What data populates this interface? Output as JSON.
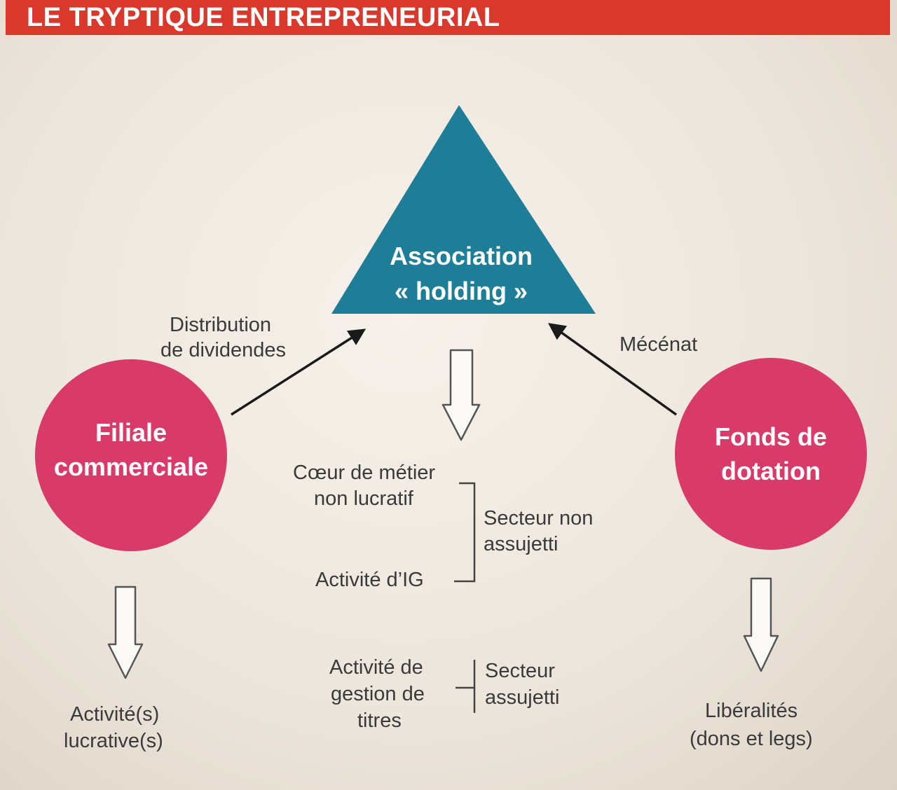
{
  "title": "LE TRYPTIQUE ENTREPRENEURIAL",
  "nodes": {
    "holding": {
      "line1": "Association",
      "line2": "« holding »",
      "color": "#1e7e98"
    },
    "filiale": {
      "line1": "Filiale",
      "line2": "commerciale",
      "color": "#d83a6a"
    },
    "fonds": {
      "line1": "Fonds de",
      "line2": "dotation",
      "color": "#d83a6a"
    }
  },
  "edges": {
    "dividendes": {
      "line1": "Distribution",
      "line2": "de dividendes"
    },
    "mecenat": {
      "label": "Mécénat"
    }
  },
  "center": {
    "coeur_line1": "Cœur de métier",
    "coeur_line2": "non lucratif",
    "activite_ig": "Activité d’IG",
    "secteur_non_line1": "Secteur non",
    "secteur_non_line2": "assujetti",
    "gestion_line1": "Activité de",
    "gestion_line2": "gestion de",
    "gestion_line3": "titres",
    "secteur_line1": "Secteur",
    "secteur_line2": "assujetti"
  },
  "left_bottom": {
    "line1": "Activité(s)",
    "line2": "lucrative(s)"
  },
  "right_bottom": {
    "line1": "Libéralités",
    "line2": "(dons et legs)"
  }
}
